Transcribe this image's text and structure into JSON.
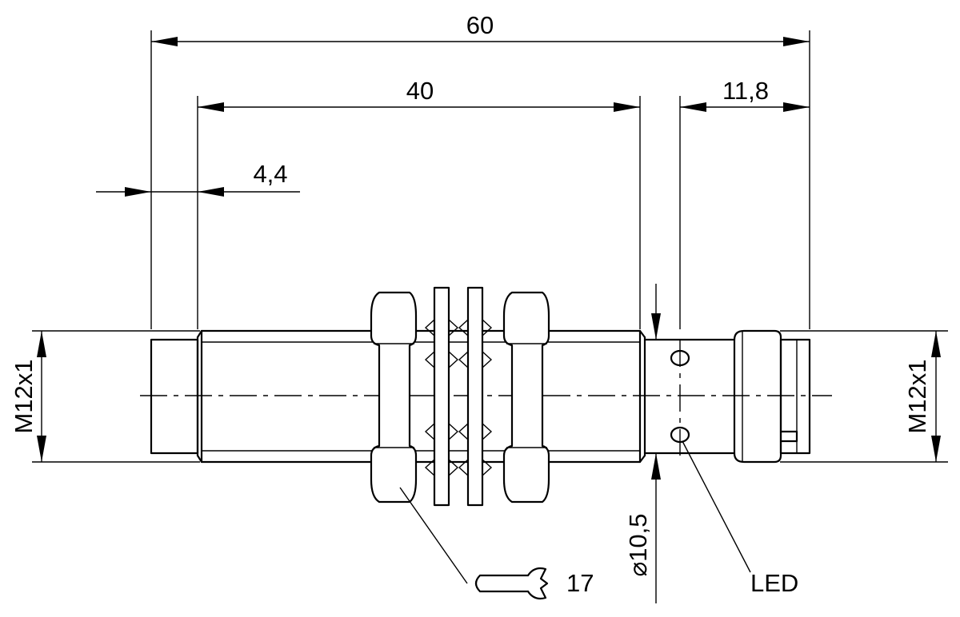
{
  "dimensions": {
    "overall_length": "60",
    "thread_length": "40",
    "connector_length": "11,8",
    "front_offset": "4,4",
    "thread_left": "M12x1",
    "thread_right": "M12x1",
    "diameter": "⌀10,5"
  },
  "labels": {
    "led": "LED",
    "wrench_size": "17"
  }
}
